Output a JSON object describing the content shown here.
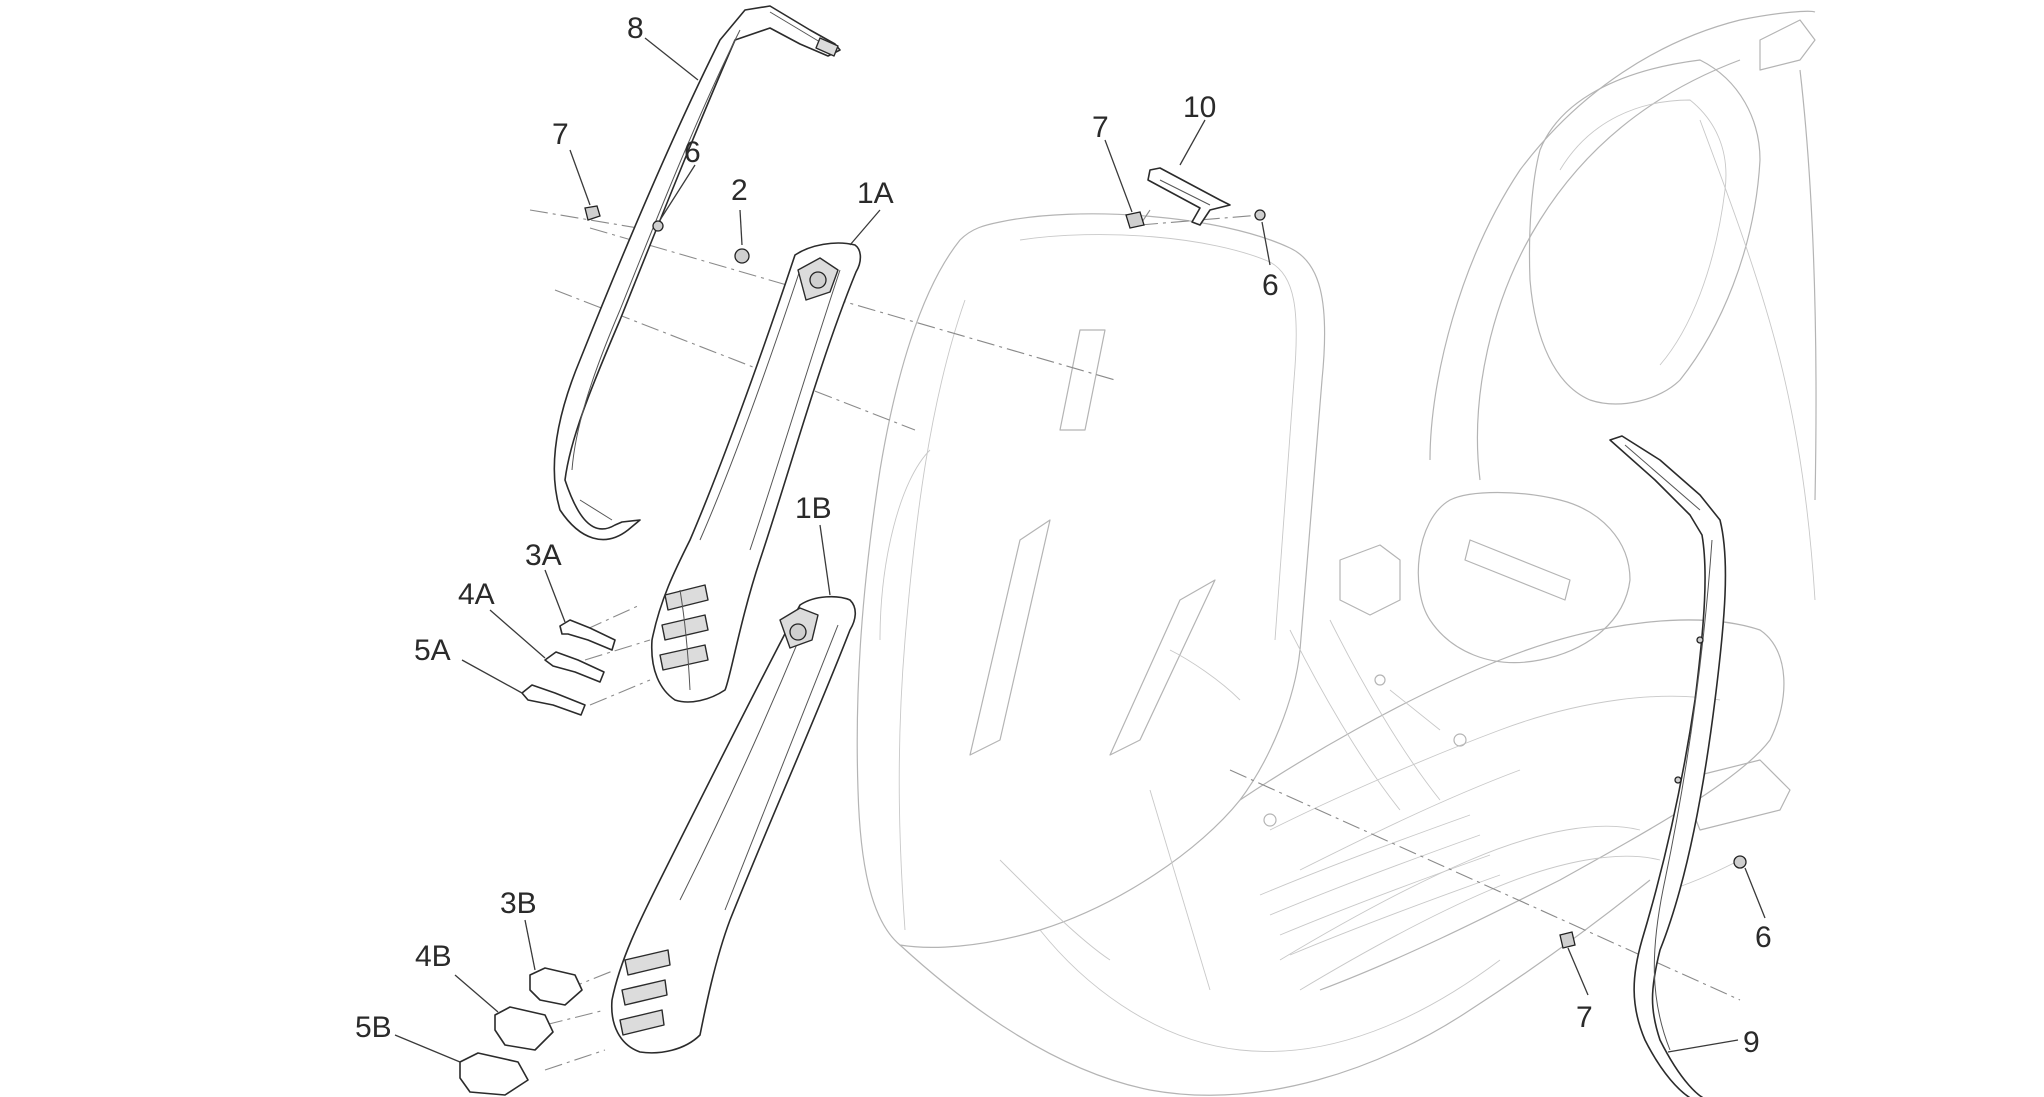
{
  "callouts": {
    "c8": "8",
    "c7a": "7",
    "c6a": "6",
    "c2": "2",
    "c1a": "1A",
    "c7b": "7",
    "c10": "10",
    "c6b": "6",
    "c1b": "1B",
    "c3a": "3A",
    "c4a": "4A",
    "c5a": "5A",
    "c3b": "3B",
    "c4b": "4B",
    "c5b": "5B",
    "c6c": "6",
    "c7c": "7",
    "c9": "9"
  }
}
